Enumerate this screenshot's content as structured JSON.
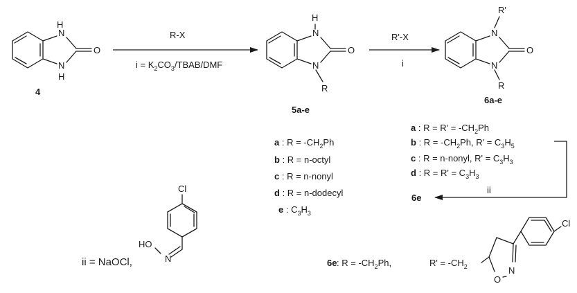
{
  "compounds": {
    "c4": {
      "label": "4",
      "N_top": "H",
      "N_bottom": "H",
      "atom_N": "N",
      "atom_O": "O"
    },
    "c5": {
      "label": "5a-e",
      "H": "H",
      "R": "R",
      "atom_N": "N",
      "atom_O": "O"
    },
    "c6": {
      "label": "6a-e",
      "R_prime": "R'",
      "R": "R",
      "atom_N": "N",
      "atom_O": "O"
    },
    "c6e_label": "6e"
  },
  "arrows": {
    "step1": {
      "above": "R-X",
      "below_prefix": "i = K",
      "below_sub1": "2",
      "below_mid": "CO",
      "below_sub2": "3",
      "below_suffix": "/TBAB/DMF"
    },
    "step2": {
      "above": "R'-X",
      "below": "i"
    },
    "step3": {
      "label": "ii"
    }
  },
  "list5": [
    {
      "key": "a",
      "pre": " : R = -CH",
      "sub": "2",
      "post": "Ph"
    },
    {
      "key": "b",
      "pre": " : R = n-octyl",
      "sub": "",
      "post": ""
    },
    {
      "key": "c",
      "pre": " : R = n-nonyl",
      "sub": "",
      "post": ""
    },
    {
      "key": "d",
      "pre": " : R = n-dodecyl",
      "sub": "",
      "post": ""
    },
    {
      "key": "e",
      "pre": " : C",
      "sub": "3",
      "post": "H",
      "sub2": "3"
    }
  ],
  "list6": {
    "a": {
      "key": "a",
      "t1": " : R = R' = -CH",
      "s1": "2",
      "t2": "Ph"
    },
    "b": {
      "key": "b",
      "t1": " : R = -CH",
      "s1": "2",
      "t2": "Ph, R' = C",
      "s2": "3",
      "t3": "H",
      "s3": "5"
    },
    "c": {
      "key": "c",
      "t1": " : R = n-nonyl, R' = C",
      "s1": "3",
      "t2": "H",
      "s2": "3"
    },
    "d": {
      "key": "d",
      "t1": " : R = R' = C",
      "s1": "3",
      "t2": "H",
      "s2": "3"
    }
  },
  "oxime": {
    "ii_label": "ii = NaOCl,",
    "Cl": "Cl",
    "HO": "HO",
    "N": "N"
  },
  "product6e": {
    "label": "6e",
    "r_text": " : R = -CH",
    "r_sub": "2",
    "r_post": "Ph,",
    "rp_text": "R' = -CH",
    "rp_sub": "2",
    "Cl": "Cl",
    "N": "N",
    "O": "O"
  }
}
